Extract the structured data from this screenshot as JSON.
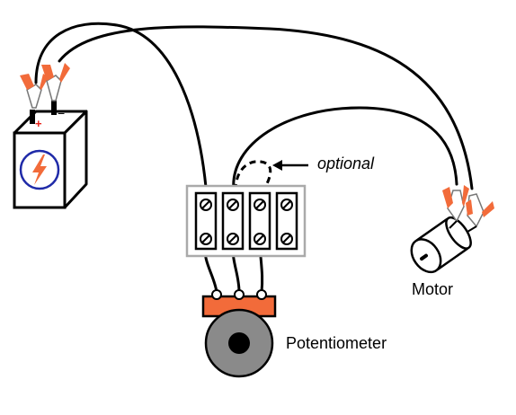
{
  "labels": {
    "optional": "optional",
    "motor": "Motor",
    "potentiometer": "Potentiometer",
    "battery_positive": "+",
    "battery_negative": "−"
  },
  "colors": {
    "wire": "#000000",
    "clip": "#f26b3a",
    "lightning": "#f26b3a",
    "battery_ring": "#1f2aa8",
    "terminal_strip": "#aaaaaa",
    "pot_body": "#8a8a8a",
    "pot_tab": "#f26b3a",
    "battery_plus": "#e8231a"
  },
  "icons": {
    "battery": "battery-icon",
    "motor": "motor-icon",
    "potentiometer": "potentiometer-icon",
    "terminal_strip": "terminal-strip-icon",
    "lightning": "lightning-bolt-icon"
  }
}
